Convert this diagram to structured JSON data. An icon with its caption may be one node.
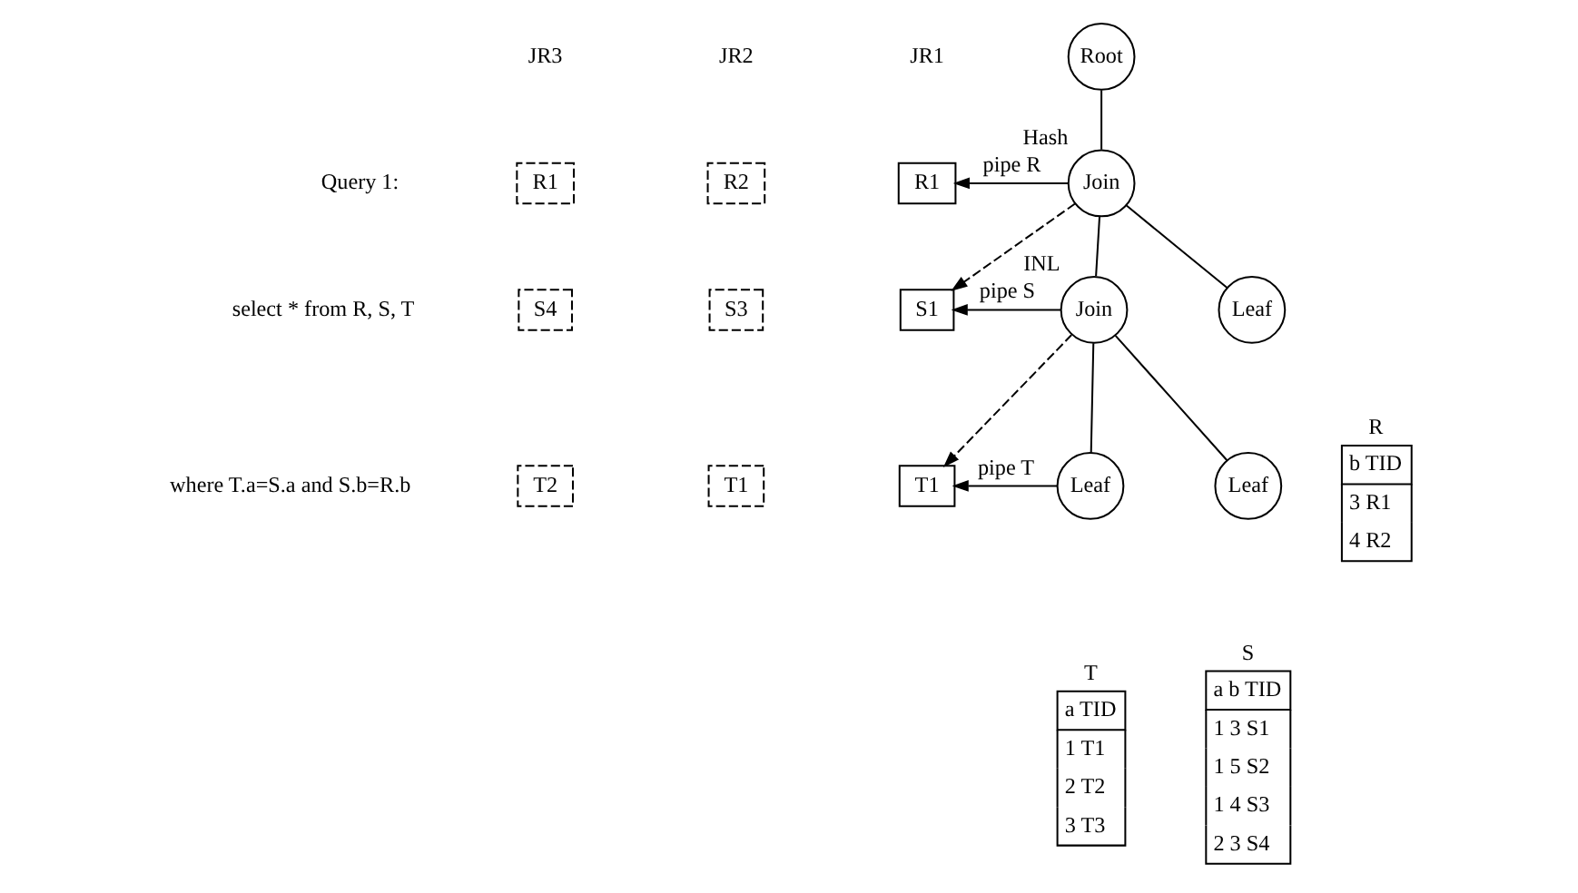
{
  "diagram": {
    "nodes": [
      {
        "text": [
          "Root"
        ]
      },
      {
        "text": [
          "Join"
        ],
        "beside": [
          "Hash"
        ]
      },
      {
        "text": [
          "Join"
        ],
        "beside": [
          "INL"
        ]
      },
      {
        "text": [
          "Leaf"
        ]
      },
      {
        "text": [
          "Leaf"
        ]
      },
      {
        "text": [
          "Leaf"
        ]
      },
      {
        "text": [
          "b TID",
          "3 R1",
          "4 R2"
        ],
        "beside": [
          "R"
        ]
      },
      {
        "text": [
          "a TID",
          "1 T1",
          "2 T2",
          "3 T3"
        ],
        "beside": [
          "T"
        ]
      },
      {
        "text": [
          "a b TID",
          "1 3 S1",
          "1 5 S2",
          "1 4 S3",
          "2 3 S4"
        ],
        "beside": [
          "S"
        ]
      },
      {
        "text": [
          "R1"
        ]
      },
      {
        "text": [
          "R2"
        ]
      },
      {
        "text": [
          "R1"
        ]
      },
      {
        "text": [
          "S4"
        ]
      },
      {
        "text": [
          "S3"
        ]
      },
      {
        "text": [
          "S1"
        ]
      },
      {
        "text": [
          "T2"
        ]
      },
      {
        "text": [
          "T1"
        ]
      },
      {
        "text": [
          "T1"
        ]
      }
    ],
    "edges": [
      {
        "from": 0,
        "to": 1,
        "arrow": "none"
      },
      {
        "from": 1,
        "to": 11,
        "arrow": "to",
        "label": "pipe R"
      },
      {
        "from": 1,
        "to": 14,
        "arrow": "to",
        "style": "dashed"
      },
      {
        "from": 1,
        "to": 2,
        "arrow": "none"
      },
      {
        "from": 1,
        "to": 3,
        "arrow": "none"
      },
      {
        "from": 2,
        "to": 14,
        "arrow": "to",
        "label": "pipe S"
      },
      {
        "from": 2,
        "to": 17,
        "arrow": "to",
        "style": "dashed"
      },
      {
        "from": 2,
        "to": 4,
        "arrow": "none"
      },
      {
        "from": 2,
        "to": 5,
        "arrow": "none"
      },
      {
        "from": 4,
        "to": 17,
        "arrow": "to",
        "label": "pipe T"
      }
    ],
    "labels": [
      "JR3",
      "JR2",
      "JR1",
      "Query 1:",
      "select * from R, S, T",
      "where T.a=S.a and S.b=R.b"
    ]
  }
}
